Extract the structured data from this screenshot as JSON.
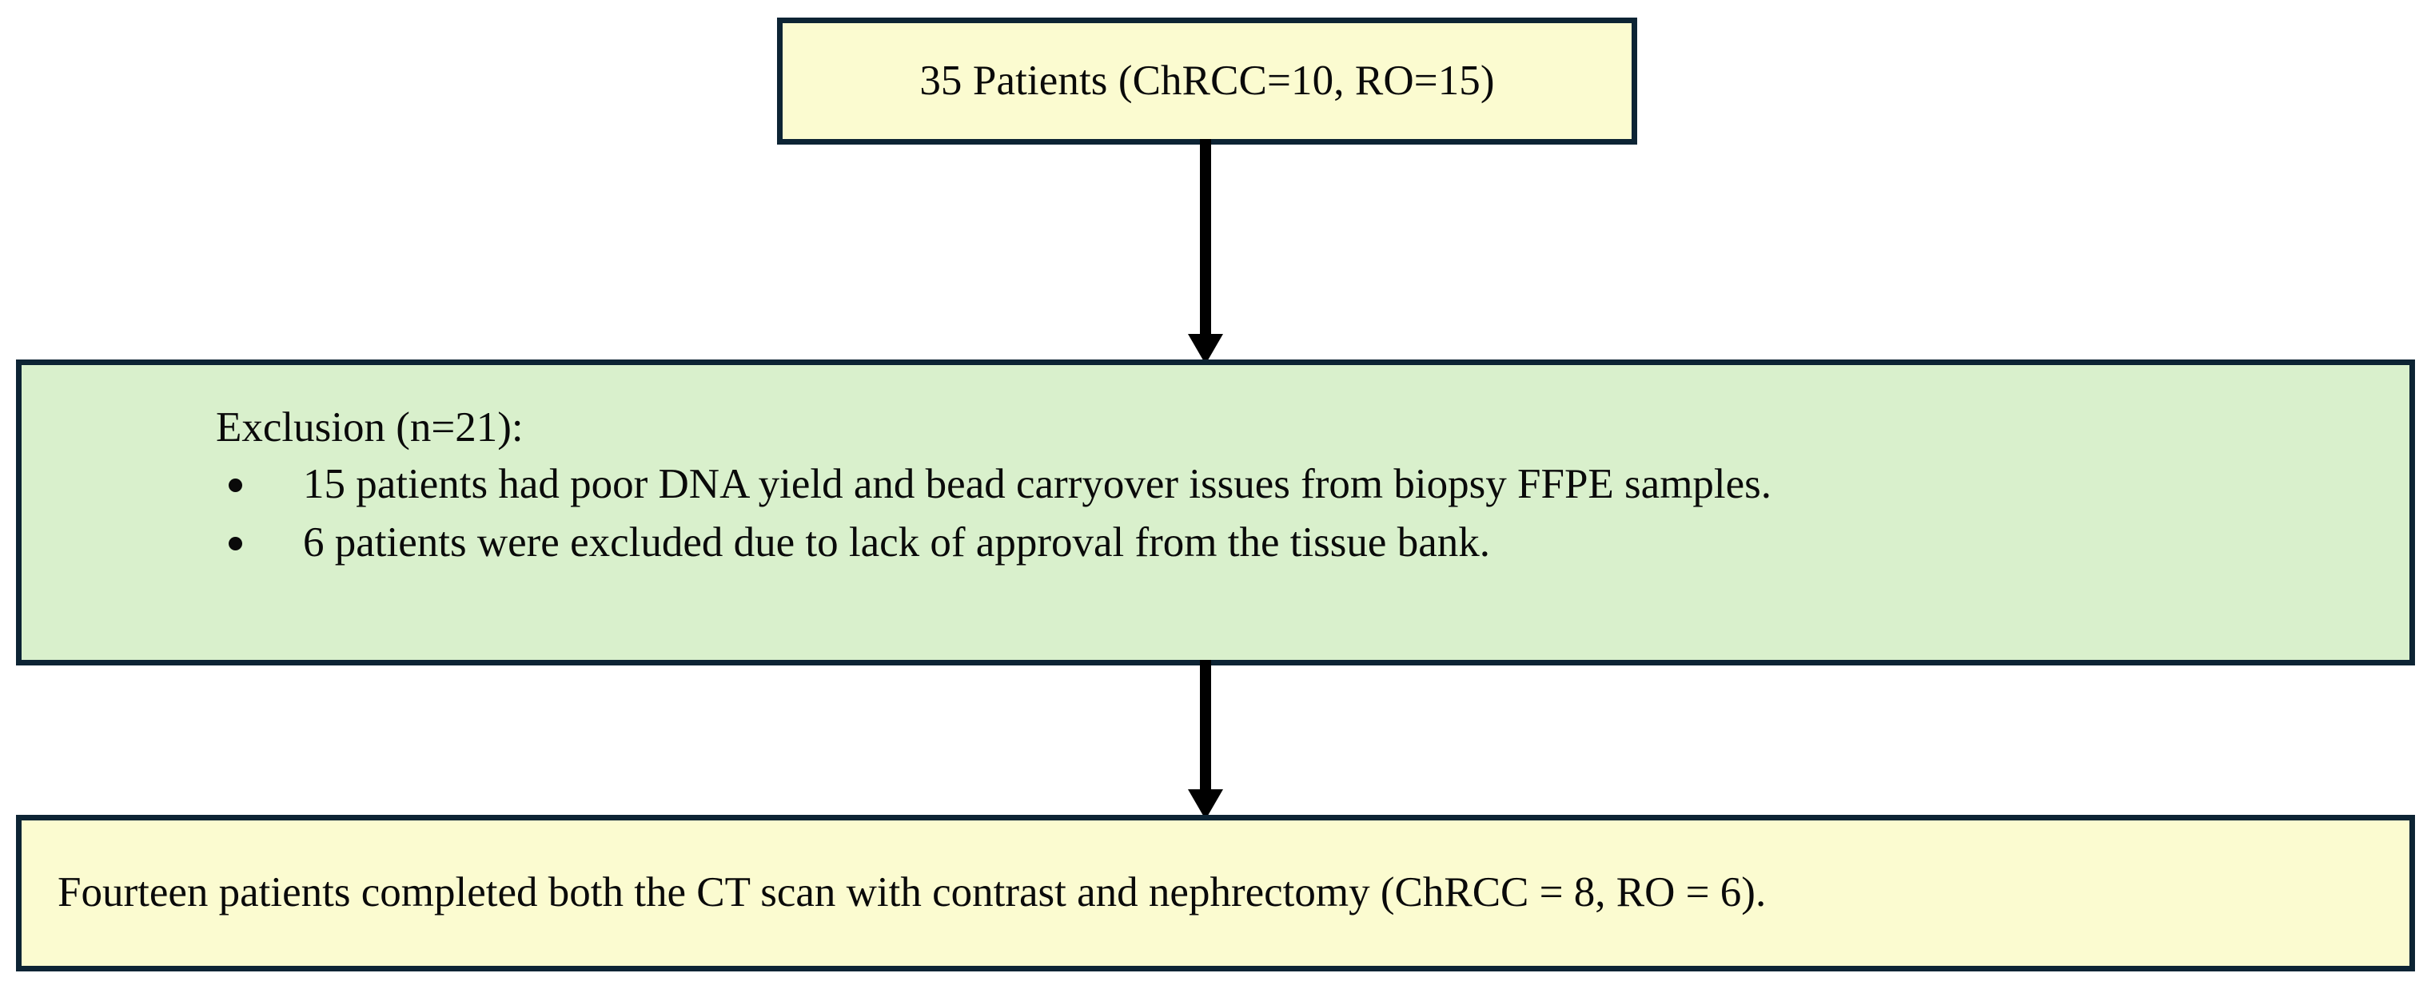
{
  "diagram": {
    "title": "Patient selection flow diagram",
    "colors": {
      "border": "#0d2434",
      "yellow_fill": "#fbfbd0",
      "green_fill": "#d9f0cc",
      "text": "#0a0a0a",
      "arrow": "#000000"
    },
    "nodes": {
      "enrolled": {
        "label": "35 Patients (ChRCC=10, RO=15)",
        "fill": "#fbfbd0"
      },
      "exclusion": {
        "heading": "Exclusion (n=21):",
        "fill": "#d9f0cc",
        "items": [
          "15 patients had poor DNA yield and bead carryover issues from biopsy FFPE samples.",
          "6 patients were excluded due to lack of approval from the tissue bank."
        ]
      },
      "final": {
        "label": "Fourteen patients completed both the CT scan with contrast and nephrectomy (ChRCC = 8, RO = 6).",
        "fill": "#fbfbd0"
      }
    },
    "edges": [
      {
        "from": "enrolled",
        "to": "exclusion",
        "direction": "down"
      },
      {
        "from": "exclusion",
        "to": "final",
        "direction": "down"
      }
    ]
  }
}
